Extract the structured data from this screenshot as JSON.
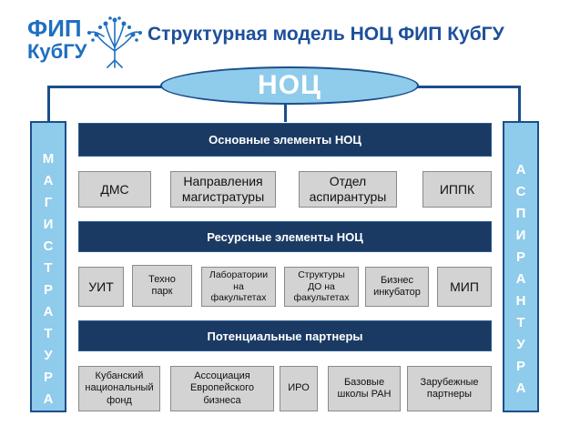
{
  "logo": {
    "line1": "ФИП",
    "line2": "КубГУ"
  },
  "title": "Структурная модель НОЦ ФИП КубГУ",
  "center": "НОЦ",
  "left_column": [
    "М",
    "А",
    "Г",
    "И",
    "С",
    "Т",
    "Р",
    "А",
    "Т",
    "У",
    "Р",
    "А"
  ],
  "right_column": [
    "А",
    "С",
    "П",
    "И",
    "Р",
    "А",
    "Н",
    "Т",
    "У",
    "Р",
    "А"
  ],
  "sections": [
    {
      "header": "Основные элементы НОЦ",
      "items": [
        "ДМС",
        "Направления\nмагистратуры",
        "Отдел\nаспирантуры",
        "ИППК"
      ]
    },
    {
      "header": "Ресурсные элементы НОЦ",
      "items": [
        "УИТ",
        "Техно\nпарк",
        "Лаборатории\nна\nфакультетах",
        "Структуры\nДО на\nфакультетах",
        "Бизнес\nинкубатор",
        "МИП"
      ]
    },
    {
      "header": "Потенциальные партнеры",
      "items": [
        "Кубанский\nнациональный\nфонд",
        "Ассоциация\nЕвропейского\nбизнеса",
        "ИРО",
        "Базовые\nшколы РАН",
        "Зарубежные\nпартнеры"
      ]
    }
  ],
  "colors": {
    "navy": "#1b3a63",
    "light_blue": "#8fcbea",
    "grey": "#d3d3d3",
    "title_blue": "#1d4f9a"
  }
}
